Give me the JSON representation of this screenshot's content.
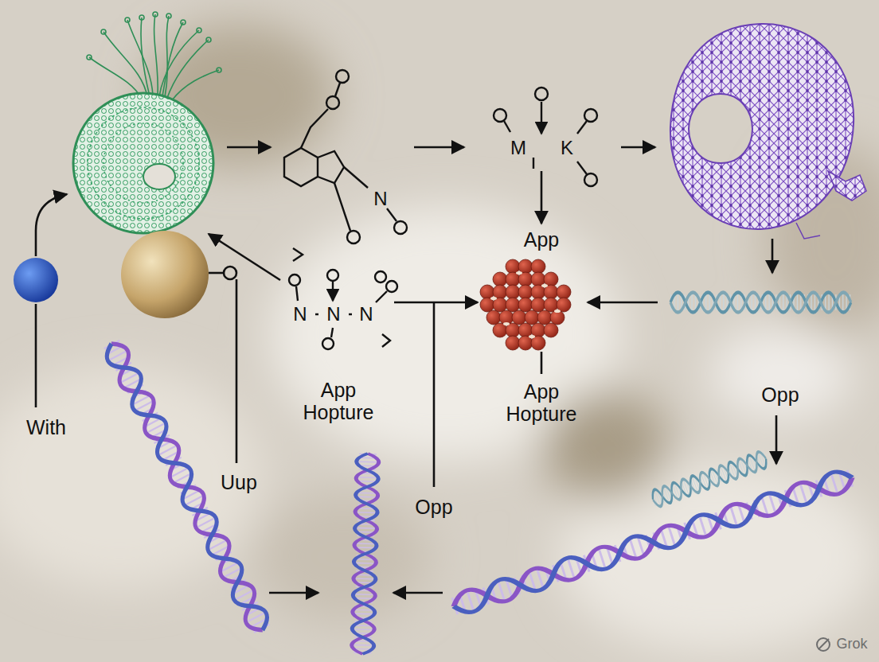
{
  "diagram": {
    "nodes": [
      {
        "text": [
          "App Hopture"
        ]
      },
      {
        "text": [
          "App",
          "App Hopture"
        ]
      }
    ],
    "edges": [
      {
        "from": 0,
        "to": 1,
        "arrow": "to"
      }
    ],
    "labels": [
      "With",
      "Uup",
      "N",
      "M",
      "K",
      "N",
      "N",
      "N",
      "Opp",
      "Opp",
      "Grok"
    ]
  }
}
